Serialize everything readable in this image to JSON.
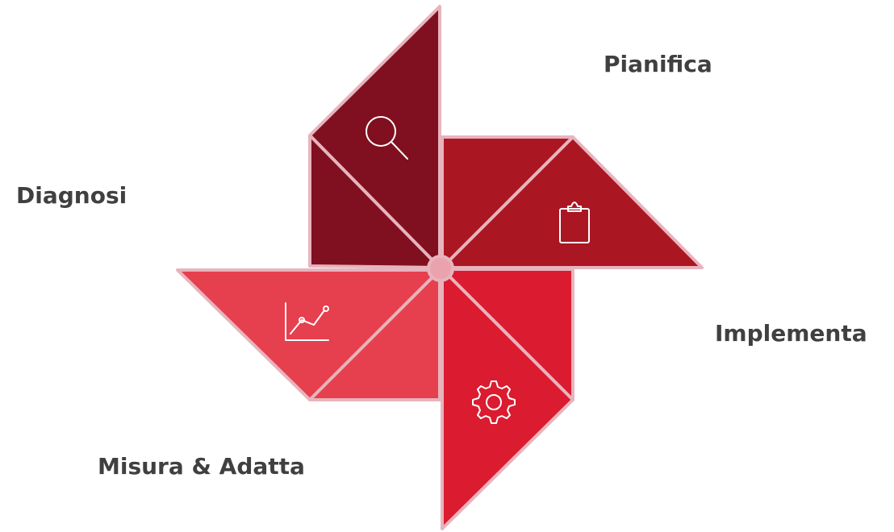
{
  "steps": [
    {
      "id": "diagnosi",
      "label": "Diagnosi",
      "icon": "search-icon",
      "color": "#801020"
    },
    {
      "id": "pianifica",
      "label": "Pianifica",
      "icon": "clipboard-icon",
      "color": "#ab1623"
    },
    {
      "id": "implementa",
      "label": "Implementa",
      "icon": "gear-icon",
      "color": "#db1b2f"
    },
    {
      "id": "misura",
      "label": "Misura & Adatta",
      "icon": "chart-line-icon",
      "color": "#e63f4e"
    }
  ],
  "colors": {
    "outline": "#e7b4bd",
    "hub": "#eaa3ad",
    "text": "#404040",
    "icon": "#ffffff"
  }
}
